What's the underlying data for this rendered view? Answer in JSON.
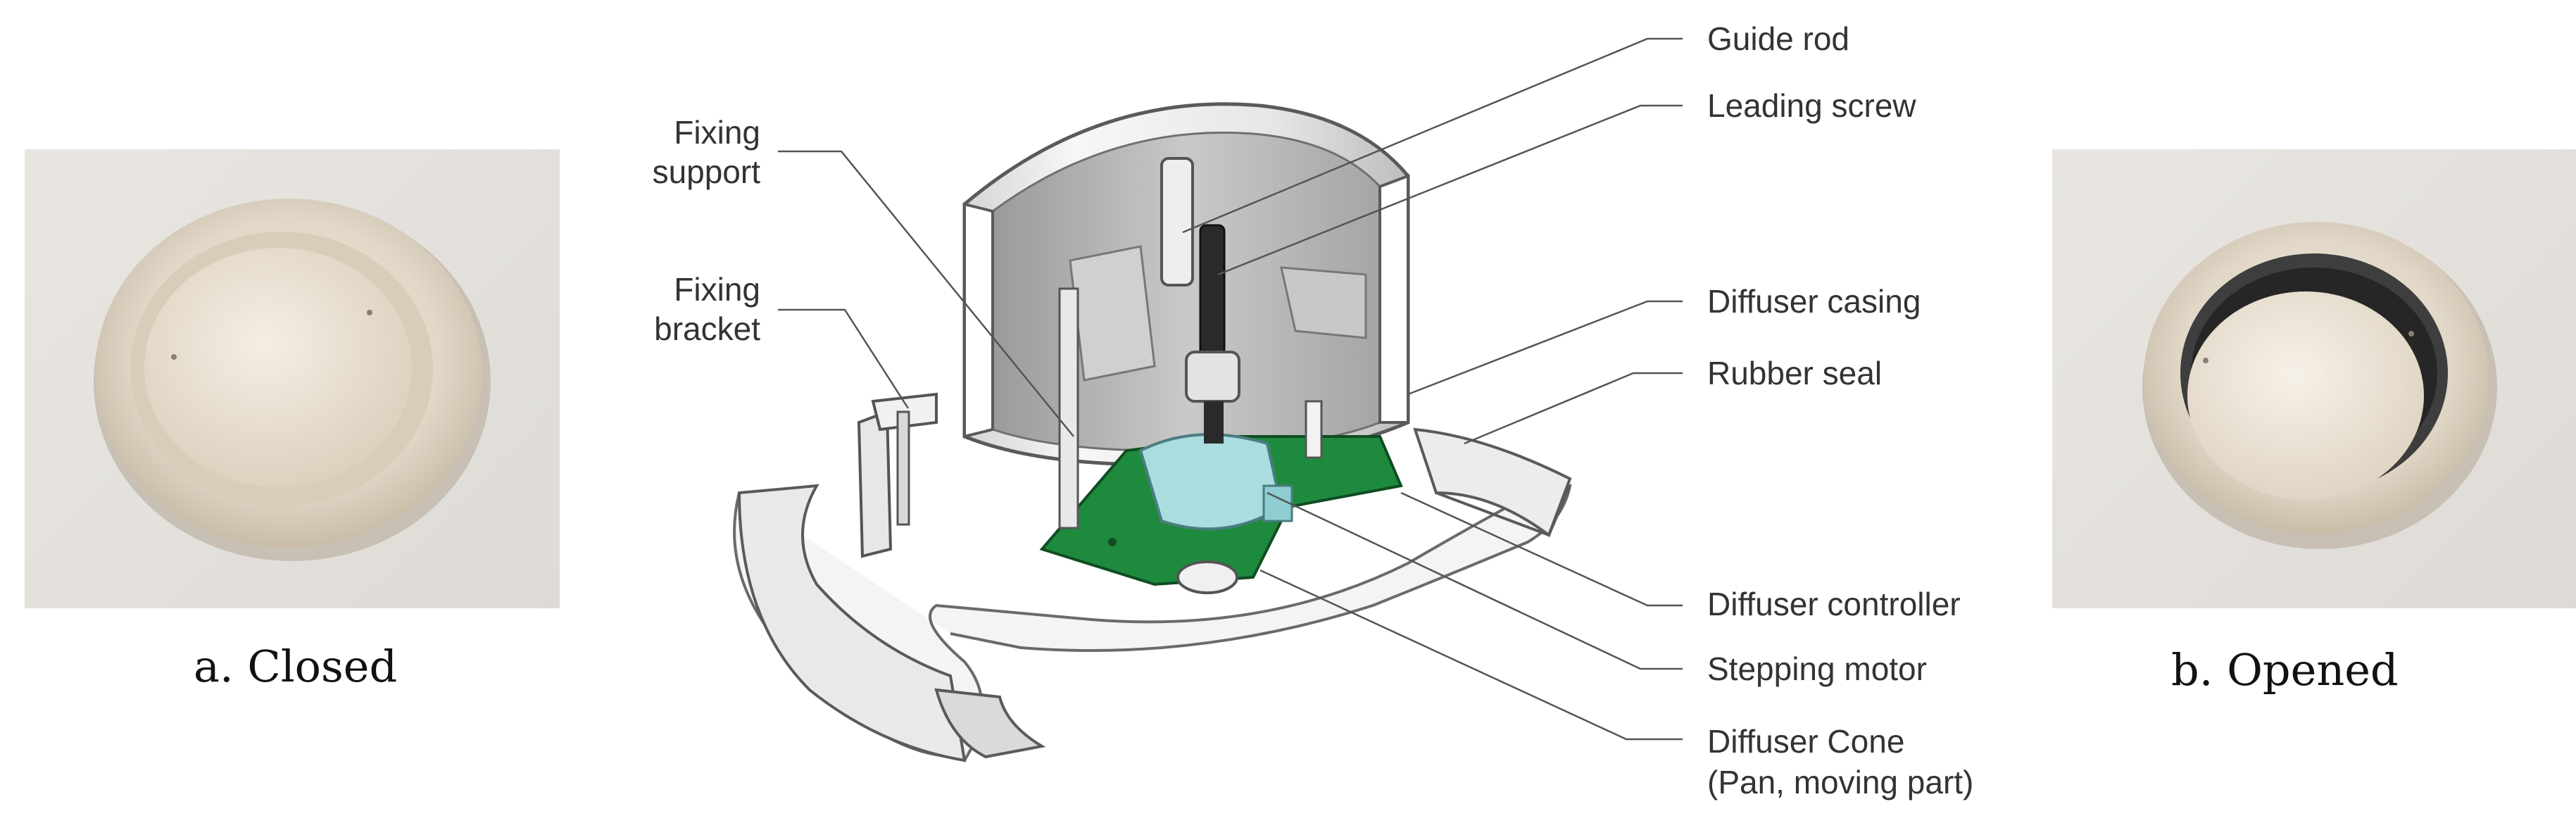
{
  "captions": {
    "closed": "a. Closed",
    "opened": "b. Opened"
  },
  "labels": {
    "guide_rod": "Guide rod",
    "leading_screw": "Leading screw",
    "diffuser_casing": "Diffuser casing",
    "rubber_seal": "Rubber seal",
    "diffuser_controller": "Diffuser controller",
    "stepping_motor": "Stepping motor",
    "diffuser_cone_1": "Diffuser Cone",
    "diffuser_cone_2": "(Pan, moving part)",
    "fixing_support_1": "Fixing",
    "fixing_support_2": "support",
    "fixing_bracket_1": "Fixing",
    "fixing_bracket_2": "bracket"
  },
  "colors": {
    "pcb": "#1e8a3e",
    "motor": "#a9dde0",
    "leader": "#555555",
    "plastic": "#f2f2f2"
  }
}
